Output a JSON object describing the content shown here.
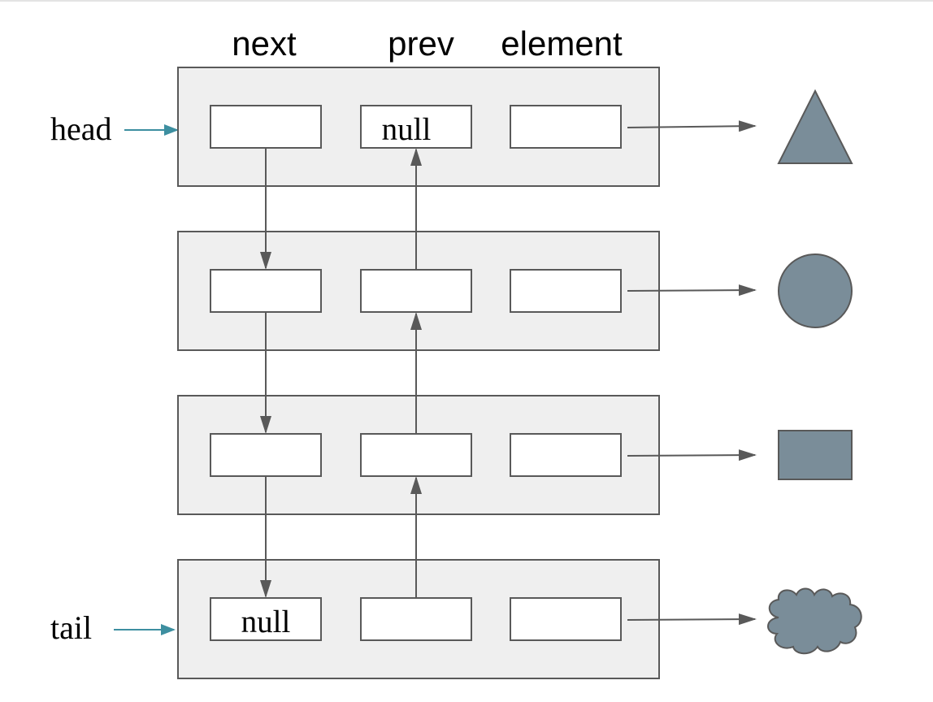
{
  "columns": {
    "next": "next",
    "prev": "prev",
    "element": "element"
  },
  "pointers": {
    "head": "head",
    "tail": "tail"
  },
  "nodes": [
    {
      "next": "",
      "prev": "null",
      "element": "",
      "shape": "triangle"
    },
    {
      "next": "",
      "prev": "",
      "element": "",
      "shape": "circle"
    },
    {
      "next": "",
      "prev": "",
      "element": "",
      "shape": "rectangle"
    },
    {
      "next": "null",
      "prev": "",
      "element": "",
      "shape": "cloud"
    }
  ],
  "colors": {
    "node_fill": "#efefef",
    "stroke": "#595959",
    "shape_fill": "#7a8d99",
    "pointer_arrow": "#3d8fa0"
  }
}
